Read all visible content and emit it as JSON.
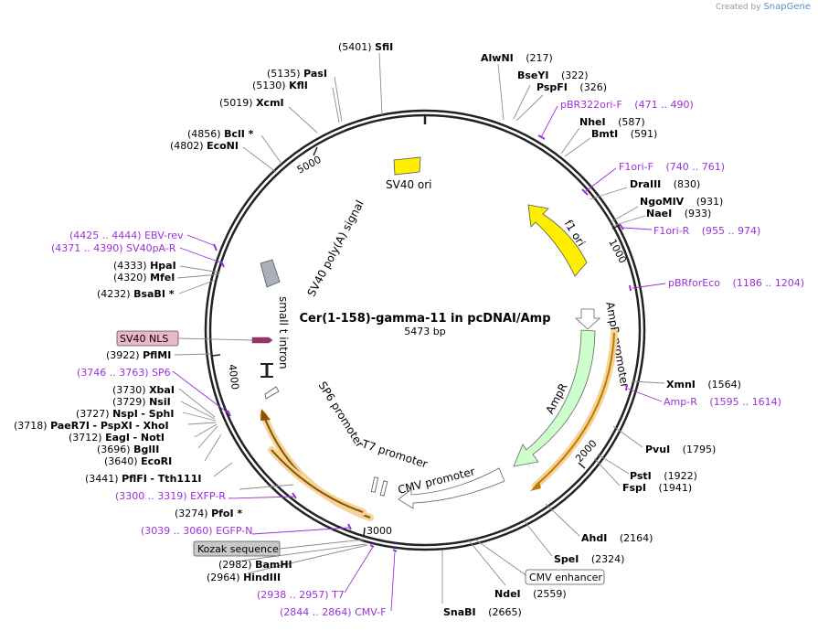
{
  "watermark": {
    "prefix": "Created by",
    "brand": "SnapGene"
  },
  "center": {
    "title": "Cer(1-158)-gamma-11 in pcDNAI/Amp",
    "size": "5473 bp"
  },
  "ticks": [
    "1000",
    "2000",
    "3000",
    "4000",
    "5000"
  ],
  "features": {
    "sv40_ori": "SV40 ori",
    "f1_ori": "f1 ori",
    "ampr_promoter": "AmpR promoter",
    "ampr": "AmpR",
    "cmv_promoter": "CMV promoter",
    "t7_promoter": "T7 promoter",
    "sp6_promoter": "SP6 promoter",
    "small_t_intron": "small t intron",
    "sv40_polya": "SV40 poly(A) signal"
  },
  "boxes": {
    "sv40_nls": "SV40 NLS",
    "kozak": "Kozak sequence",
    "cmv_enhancer": "CMV enhancer"
  },
  "sites": [
    {
      "name": "SfiI",
      "pos": "(5401)"
    },
    {
      "name": "AlwNI",
      "pos": "(217)"
    },
    {
      "name": "BseYI",
      "pos": "(322)"
    },
    {
      "name": "PspFI",
      "pos": "(326)"
    },
    {
      "name": "PasI",
      "pos": "(5135)"
    },
    {
      "name": "KflI",
      "pos": "(5130)"
    },
    {
      "name": "XcmI",
      "pos": "(5019)"
    },
    {
      "name": "NheI",
      "pos": "(587)"
    },
    {
      "name": "BmtI",
      "pos": "(591)"
    },
    {
      "name": "BclI *",
      "pos": "(4856)"
    },
    {
      "name": "EcoNI",
      "pos": "(4802)"
    },
    {
      "name": "DraIII",
      "pos": "(830)"
    },
    {
      "name": "NgoMIV",
      "pos": "(931)"
    },
    {
      "name": "NaeI",
      "pos": "(933)"
    },
    {
      "name": "HpaI",
      "pos": "(4333)"
    },
    {
      "name": "MfeI",
      "pos": "(4320)"
    },
    {
      "name": "BsaBI *",
      "pos": "(4232)"
    },
    {
      "name": "PflMI",
      "pos": "(3922)"
    },
    {
      "name": "XmnI",
      "pos": "(1564)"
    },
    {
      "name": "XbaI",
      "pos": "(3730)"
    },
    {
      "name": "NsiI",
      "pos": "(3729)"
    },
    {
      "name": "NspI",
      "pos": "(3727)"
    },
    {
      "name": "- SphI",
      "pos": ""
    },
    {
      "name": "PaeR7I",
      "pos": "(3718)"
    },
    {
      "name": "- PspXI",
      "pos": ""
    },
    {
      "name": "- XhoI",
      "pos": ""
    },
    {
      "name": "EagI",
      "pos": "(3712)"
    },
    {
      "name": "- NotI",
      "pos": ""
    },
    {
      "name": "BglII",
      "pos": "(3696)"
    },
    {
      "name": "EcoRI",
      "pos": "(3640)"
    },
    {
      "name": "PvuI",
      "pos": "(1795)"
    },
    {
      "name": "PflFI",
      "pos": "(3441)"
    },
    {
      "name": "- Tth111I",
      "pos": ""
    },
    {
      "name": "PstI",
      "pos": "(1922)"
    },
    {
      "name": "FspI",
      "pos": "(1941)"
    },
    {
      "name": "PfoI *",
      "pos": "(3274)"
    },
    {
      "name": "AhdI",
      "pos": "(2164)"
    },
    {
      "name": "SpeI",
      "pos": "(2324)"
    },
    {
      "name": "BamHI",
      "pos": "(2982)"
    },
    {
      "name": "HindIII",
      "pos": "(2964)"
    },
    {
      "name": "NdeI",
      "pos": "(2559)"
    },
    {
      "name": "SnaBI",
      "pos": "(2665)"
    }
  ],
  "primers": [
    {
      "name": "pBR322ori-F",
      "range": "(471 .. 490)"
    },
    {
      "name": "F1ori-F",
      "range": "(740 .. 761)"
    },
    {
      "name": "F1ori-R",
      "range": "(955 .. 974)"
    },
    {
      "name": "EBV-rev",
      "range": "(4425 .. 4444)"
    },
    {
      "name": "SV40pA-R",
      "range": "(4371 .. 4390)"
    },
    {
      "name": "pBRforEco",
      "range": "(1186 .. 1204)"
    },
    {
      "name": "SP6",
      "range": "(3746 .. 3763)"
    },
    {
      "name": "Amp-R",
      "range": "(1595 .. 1614)"
    },
    {
      "name": "EXFP-R",
      "range": "(3300 .. 3319)"
    },
    {
      "name": "EGFP-N",
      "range": "(3039 .. 3060)"
    },
    {
      "name": "T7",
      "range": "(2938 .. 2957)"
    },
    {
      "name": "CMV-F",
      "range": "(2844 .. 2864)"
    }
  ],
  "colors": {
    "primer": "#9b30d9",
    "ring": "#222222",
    "leader": "#8c8c8c",
    "ori": "#ffee00",
    "ampr": "#ccffcc",
    "orf_glow": "#f5d49a",
    "orf_line": "#c07a00",
    "nls": "#e9b7c9",
    "kozak": "#c8c8c8"
  }
}
